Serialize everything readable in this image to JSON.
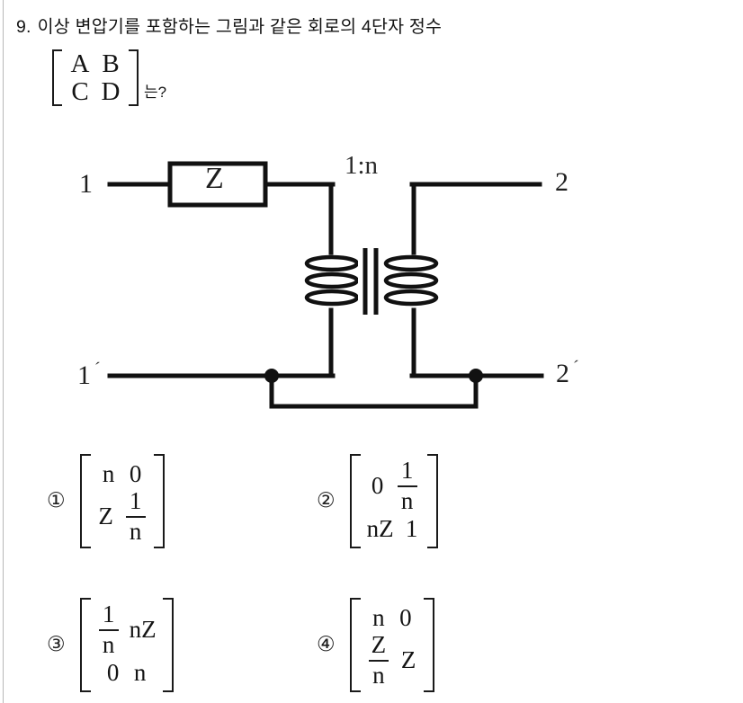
{
  "question": {
    "number": "9.",
    "text": "이상 변압기를 포함하는 그림과 같은 회로의 4단자 정수",
    "suffix": "는?",
    "matrix": {
      "rows": [
        [
          "A",
          "B"
        ],
        [
          "C",
          "D"
        ]
      ]
    }
  },
  "circuit": {
    "input_terminal_top": "1",
    "input_terminal_bottom": "1",
    "output_terminal_top": "2",
    "output_terminal_bottom": "2",
    "prime_mark": "´",
    "impedance_label": "Z",
    "turns_ratio_label": "1:n",
    "line_color": "#111111"
  },
  "options": [
    {
      "marker": "①",
      "cells": [
        [
          {
            "kind": "text",
            "value": "n"
          },
          {
            "kind": "text",
            "value": "0"
          }
        ],
        [
          {
            "kind": "text",
            "value": "Z"
          },
          {
            "kind": "frac",
            "num": "1",
            "den": "n"
          }
        ]
      ]
    },
    {
      "marker": "②",
      "cells": [
        [
          {
            "kind": "text",
            "value": "0"
          },
          {
            "kind": "frac",
            "num": "1",
            "den": "n"
          }
        ],
        [
          {
            "kind": "text",
            "value": "nZ"
          },
          {
            "kind": "text",
            "value": "1"
          }
        ]
      ]
    },
    {
      "marker": "③",
      "cells": [
        [
          {
            "kind": "frac",
            "num": "1",
            "den": "n"
          },
          {
            "kind": "text",
            "value": "nZ"
          }
        ],
        [
          {
            "kind": "text",
            "value": "0"
          },
          {
            "kind": "text",
            "value": "n"
          }
        ]
      ]
    },
    {
      "marker": "④",
      "cells": [
        [
          {
            "kind": "text",
            "value": "n"
          },
          {
            "kind": "text",
            "value": "0"
          }
        ],
        [
          {
            "kind": "frac",
            "num": "Z",
            "den": "n"
          },
          {
            "kind": "text",
            "value": "Z"
          }
        ]
      ]
    }
  ]
}
